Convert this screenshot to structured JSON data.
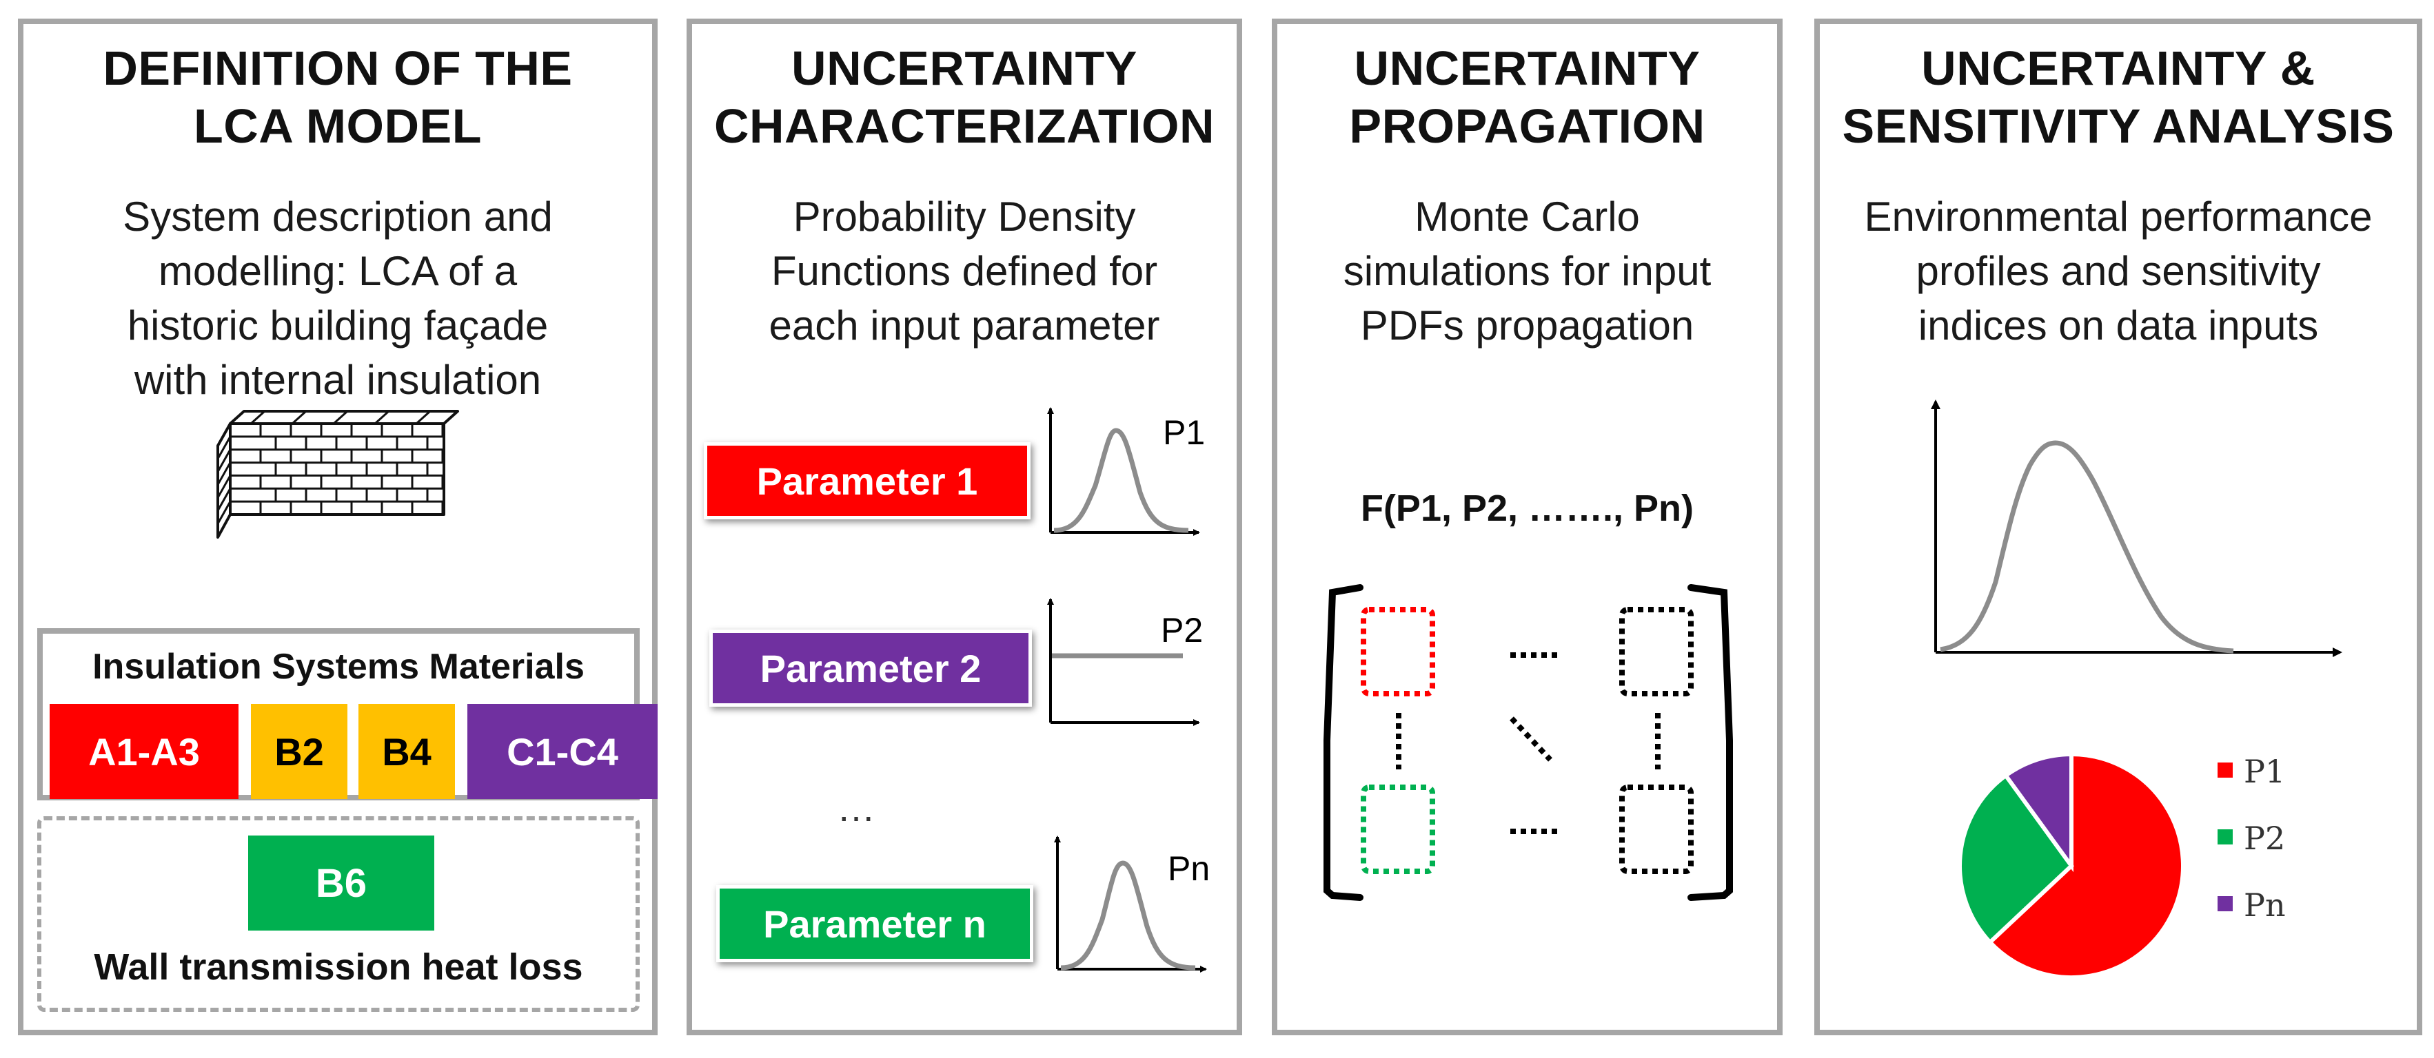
{
  "panels": {
    "definition": {
      "title": "DEFINITION OF THE\nLCA MODEL",
      "description": "System description and\nmodelling: LCA of a\nhistoric building façade\nwith internal insulation",
      "materials": {
        "title": "Insulation Systems Materials",
        "chips": [
          {
            "label": "A1-A3",
            "color": "#ff0000",
            "text_color": "#ffffff"
          },
          {
            "label": "B2",
            "color": "#ffc000",
            "text_color": "#000000"
          },
          {
            "label": "B4",
            "color": "#ffc000",
            "text_color": "#000000"
          },
          {
            "label": "C1-C4",
            "color": "#7030a0",
            "text_color": "#ffffff"
          }
        ]
      },
      "operational": {
        "chip": "B6",
        "chip_color": "#00b050",
        "label": "Wall transmission heat loss"
      },
      "icon": "brick-wall-icon"
    },
    "characterization": {
      "title": "UNCERTAINTY\nCHARACTERIZATION",
      "description": "Probability Density\nFunctions defined for\neach input parameter",
      "parameters": [
        {
          "label": "Parameter 1",
          "pdf_label": "P1",
          "color": "#ff0000",
          "distribution": "normal"
        },
        {
          "label": "Parameter 2",
          "pdf_label": "P2",
          "color": "#7030a0",
          "distribution": "uniform"
        },
        {
          "label": "Parameter n",
          "pdf_label": "Pn",
          "color": "#00b050",
          "distribution": "normal"
        }
      ],
      "ellipsis": "…"
    },
    "propagation": {
      "title": "UNCERTAINTY\nPROPAGATION",
      "description": "Monte Carlo\nsimulations for input\nPDFs propagation",
      "formula": "F(P1, P2, ……., Pn)",
      "matrix_colors": {
        "top_left": "#ff0000",
        "bottom_left": "#00b050",
        "right": "#000000"
      }
    },
    "analysis": {
      "title": "UNCERTAINTY &\nSENSITIVITY ANALYSIS",
      "description": "Environmental performance\nprofiles and sensitivity\nindices on data inputs",
      "pie": {
        "slices": [
          {
            "name": "P1",
            "value": 0.63,
            "color": "#ff0000"
          },
          {
            "name": "P2",
            "value": 0.27,
            "color": "#00b050"
          },
          {
            "name": "Pn",
            "value": 0.1,
            "color": "#7030a0"
          }
        ],
        "legend_position": "right"
      },
      "curve": "right-skewed-distribution"
    }
  },
  "colors": {
    "border": "#a6a6a6",
    "curve": "#8c8c8c"
  }
}
